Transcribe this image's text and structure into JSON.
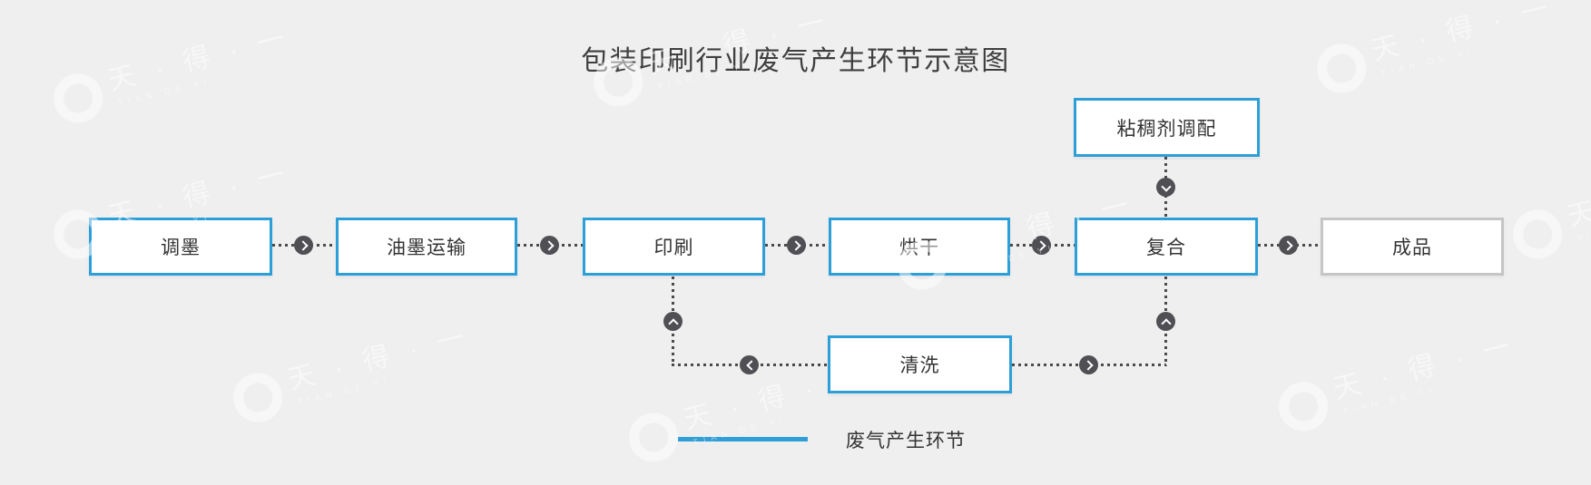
{
  "title": "包装印刷行业废气产生环节示意图",
  "legend": {
    "label": "废气产生环节"
  },
  "watermark": {
    "text": "天 · 得 · 一",
    "subtext": "TIAN DE YI"
  },
  "colors": {
    "background": "#efefef",
    "waste_gas_border": "#2d9fd8",
    "default_border": "#c5c5c5",
    "connector": "#4b4b4b",
    "arrow_circle": "#4f4f54",
    "legend_line": "#2f9fd9",
    "text": "#333333",
    "title_text": "#3f3f3f"
  },
  "nodes": {
    "main_flow": [
      {
        "label": "调墨",
        "waste_gas": true
      },
      {
        "label": "油墨运输",
        "waste_gas": true
      },
      {
        "label": "印刷",
        "waste_gas": true
      },
      {
        "label": "烘干",
        "waste_gas": true
      },
      {
        "label": "复合",
        "waste_gas": true
      },
      {
        "label": "成品",
        "waste_gas": false
      }
    ],
    "aux_top": {
      "label": "粘稠剂调配",
      "waste_gas": true
    },
    "aux_bottom": {
      "label": "清洗",
      "waste_gas": true
    }
  },
  "connections": [
    "调墨 → 油墨运输",
    "油墨运输 → 印刷",
    "印刷 → 烘干",
    "烘干 → 复合",
    "复合 → 成品",
    "粘稠剂调配 → 复合",
    "清洗 → 印刷",
    "清洗 → 复合"
  ]
}
